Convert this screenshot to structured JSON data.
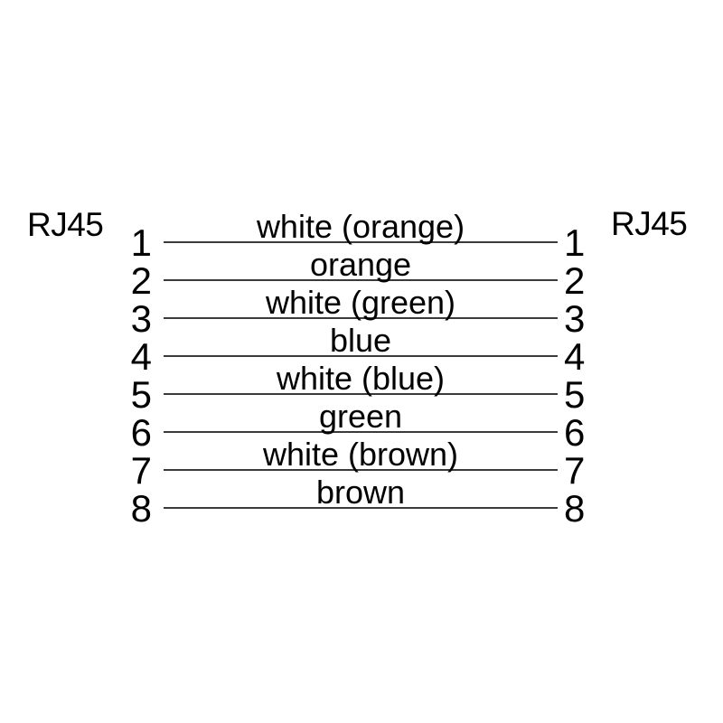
{
  "diagram": {
    "left_connector": "RJ45",
    "right_connector": "RJ45",
    "wires": [
      {
        "left_pin": "1",
        "right_pin": "1",
        "color": "white (orange)"
      },
      {
        "left_pin": "2",
        "right_pin": "2",
        "color": "orange"
      },
      {
        "left_pin": "3",
        "right_pin": "3",
        "color": "white (green)"
      },
      {
        "left_pin": "4",
        "right_pin": "4",
        "color": "blue"
      },
      {
        "left_pin": "5",
        "right_pin": "5",
        "color": "white (blue)"
      },
      {
        "left_pin": "6",
        "right_pin": "6",
        "color": "green"
      },
      {
        "left_pin": "7",
        "right_pin": "7",
        "color": "white (brown)"
      },
      {
        "left_pin": "8",
        "right_pin": "8",
        "color": "brown"
      }
    ]
  },
  "colors": {
    "background": "#ffffff",
    "text": "#000000",
    "wire_line": "#3a3a3a"
  }
}
